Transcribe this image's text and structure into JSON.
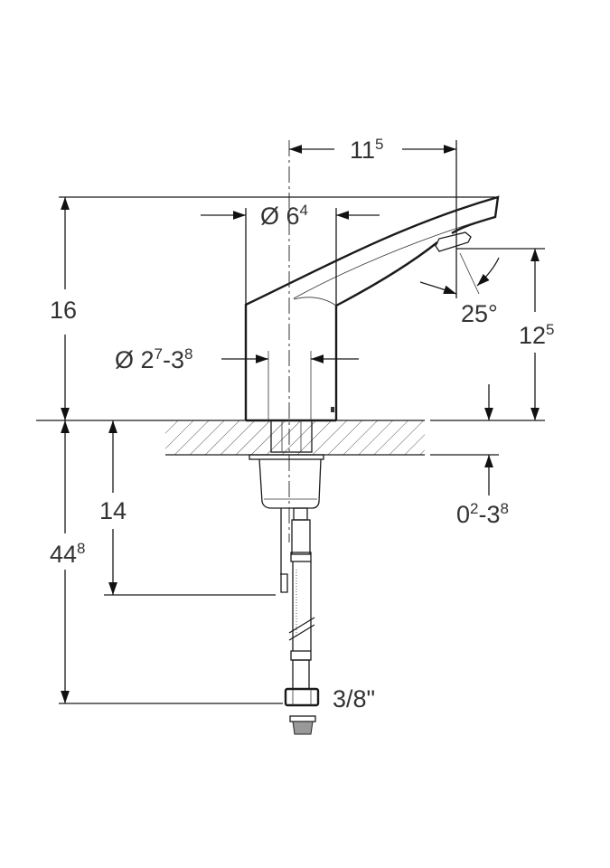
{
  "drawing": {
    "dimensions": {
      "spout_reach": {
        "main": "11",
        "sup": "5"
      },
      "body_diameter": {
        "main": "Ø 6",
        "sup": "4"
      },
      "hole_diameter": {
        "a": "Ø 2",
        "a_sup": "7",
        "sep": "-3",
        "b_sup": "8"
      },
      "total_height": "16",
      "outlet_height": {
        "main": "12",
        "sup": "5"
      },
      "spout_angle": "25°",
      "hose_length": {
        "main": "44",
        "sup": "8"
      },
      "connector_depth": "14",
      "counter_thickness": {
        "a": "0",
        "a_sup": "2",
        "sep": "-3",
        "b_sup": "8"
      },
      "thread_size": "3/8\""
    }
  }
}
